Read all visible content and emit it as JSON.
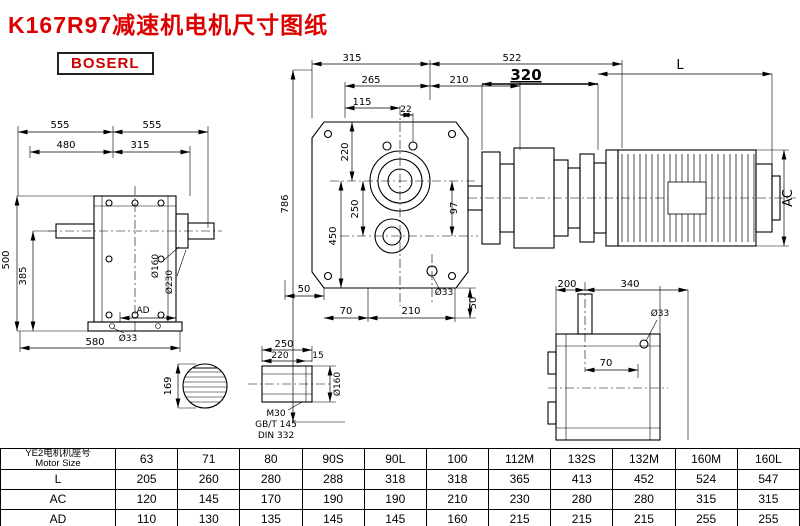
{
  "page": {
    "title": "K167R97减速机电机尺寸图纸",
    "brand": "BOSERL"
  },
  "dims": {
    "front": {
      "w315": "315",
      "w522": "522",
      "w265": "265",
      "w210": "210",
      "w115": "115",
      "w22": "22",
      "h786": "786",
      "h220": "220",
      "h250": "250",
      "h450": "450",
      "h97": "97",
      "b50l": "50",
      "b70": "70",
      "b210": "210",
      "hole33": "Ø33",
      "b50r": "50"
    },
    "motor": {
      "d320": "320",
      "L": "L",
      "AC": "AC"
    },
    "side": {
      "t555a": "555",
      "t555b": "555",
      "t480": "480",
      "t315": "315",
      "v500": "500",
      "v385": "385",
      "o160": "Ø160",
      "o230": "Ø230",
      "ad": "AD",
      "o33": "Ø33",
      "b580": "580"
    },
    "section": {
      "d169": "169"
    },
    "shaft": {
      "l250": "250",
      "l220": "220",
      "l15": "15",
      "o160": "Ø160",
      "m30": "M30",
      "gbt": "GB/T 145",
      "din": "DIN 332"
    },
    "bottom": {
      "w200": "200",
      "w340": "340",
      "o33": "Ø33",
      "d70": "70"
    }
  },
  "table": {
    "header": {
      "label_cn": "YE2电机机座号",
      "label_en": "Motor Size"
    },
    "sizes": [
      "63",
      "71",
      "80",
      "90S",
      "90L",
      "100",
      "112M",
      "132S",
      "132M",
      "160M",
      "160L"
    ],
    "rows": [
      {
        "label": "L",
        "values": [
          "205",
          "260",
          "280",
          "288",
          "318",
          "318",
          "365",
          "413",
          "452",
          "524",
          "547"
        ]
      },
      {
        "label": "AC",
        "values": [
          "120",
          "145",
          "170",
          "190",
          "190",
          "210",
          "230",
          "280",
          "280",
          "315",
          "315"
        ]
      },
      {
        "label": "AD",
        "values": [
          "110",
          "130",
          "135",
          "145",
          "145",
          "160",
          "215",
          "215",
          "215",
          "255",
          "255"
        ]
      }
    ]
  }
}
